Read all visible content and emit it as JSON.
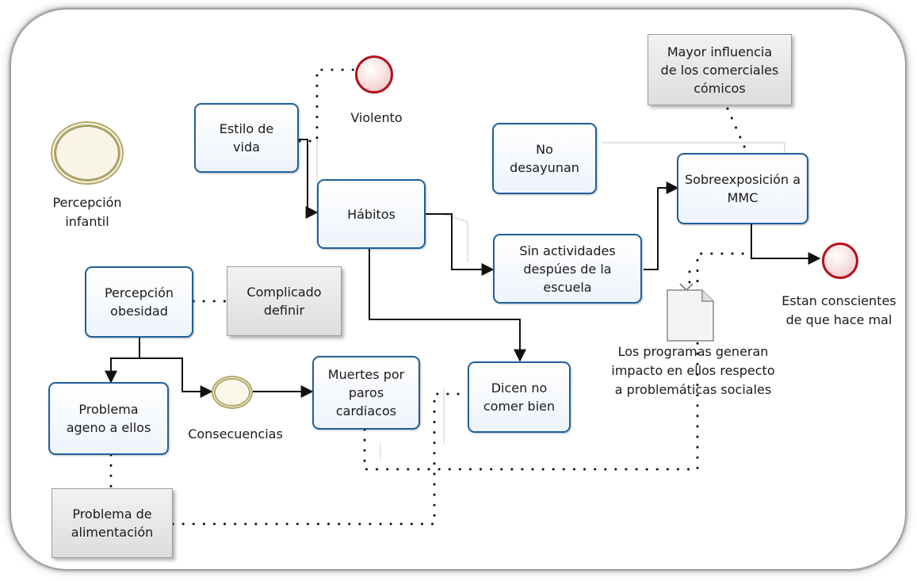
{
  "tasks": {
    "estilo": "Estilo de\nvida",
    "habitos": "Hábitos",
    "no_desayunan": "No\ndesayunan",
    "sobreexposicion": "Sobreexposición a\nMMC",
    "sin_actividades": "Sin actividades\ndespúes de la\nescuela",
    "percepcion_obesidad": "Percepción\nobesidad",
    "problema_ageno": "Problema\nageno a ellos",
    "muertes": "Muertes por\nparos\ncardiacos",
    "dicen_no": "Dicen no\ncomer bien"
  },
  "notes": {
    "complicado": "Complicado\ndefinir",
    "mayor_influencia": "Mayor influencia\nde los comerciales\ncómicos",
    "problema_alimentacion": "Problema de\nalimentación"
  },
  "events": {
    "percepcion_infantil": "Percepción\ninfantil",
    "violento": "Violento",
    "consecuencias": "Consecuencias",
    "estan_conscientes": "Estan conscientes\nde que hace mal"
  },
  "document_label": "Los programas generan\nimpacto en ellos respecto\na problemáticas sociales",
  "colors": {
    "task_border": "#1f5f9a",
    "end_event": "#b3121c",
    "start_event": "#b3a86b",
    "note_fill": "#e6e6e6"
  }
}
